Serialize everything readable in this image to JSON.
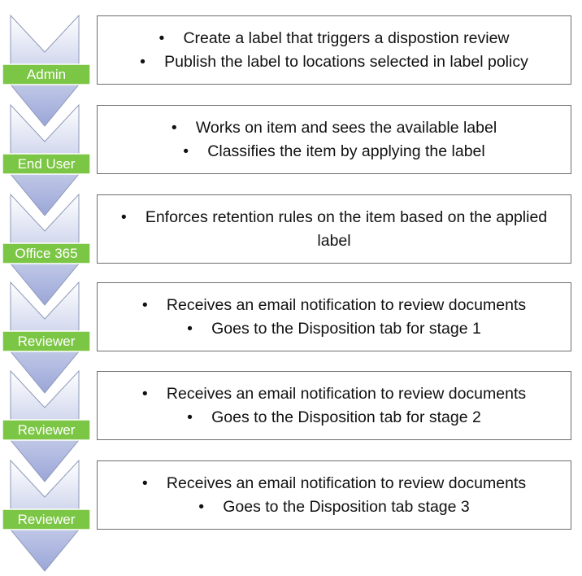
{
  "steps": [
    {
      "role": "Admin",
      "bullets": [
        "Create a label that triggers a dispostion review",
        "Publish the label to locations selected in label policy"
      ]
    },
    {
      "role": "End User",
      "bullets": [
        "Works on item and sees the available label",
        "Classifies the item by applying the label"
      ]
    },
    {
      "role": "Office 365",
      "bullets": [
        "Enforces retention rules on the item based on the applied label"
      ]
    },
    {
      "role": "Reviewer",
      "bullets": [
        "Receives an email notification to review documents",
        "Goes to the Disposition tab for stage 1"
      ]
    },
    {
      "role": "Reviewer",
      "bullets": [
        "Receives an email notification to review documents",
        "Goes to the Disposition tab for stage 2"
      ]
    },
    {
      "role": "Reviewer",
      "bullets": [
        "Receives an email notification to review documents",
        "Goes to the Disposition tab stage 3"
      ]
    }
  ],
  "colors": {
    "chevron_top": "#ffffff",
    "chevron_bottom": "#9aa6d8",
    "label_fill": "#7cc645",
    "label_text": "#ffffff",
    "box_border": "#6e6e6e"
  },
  "bullet_glyph": "•"
}
